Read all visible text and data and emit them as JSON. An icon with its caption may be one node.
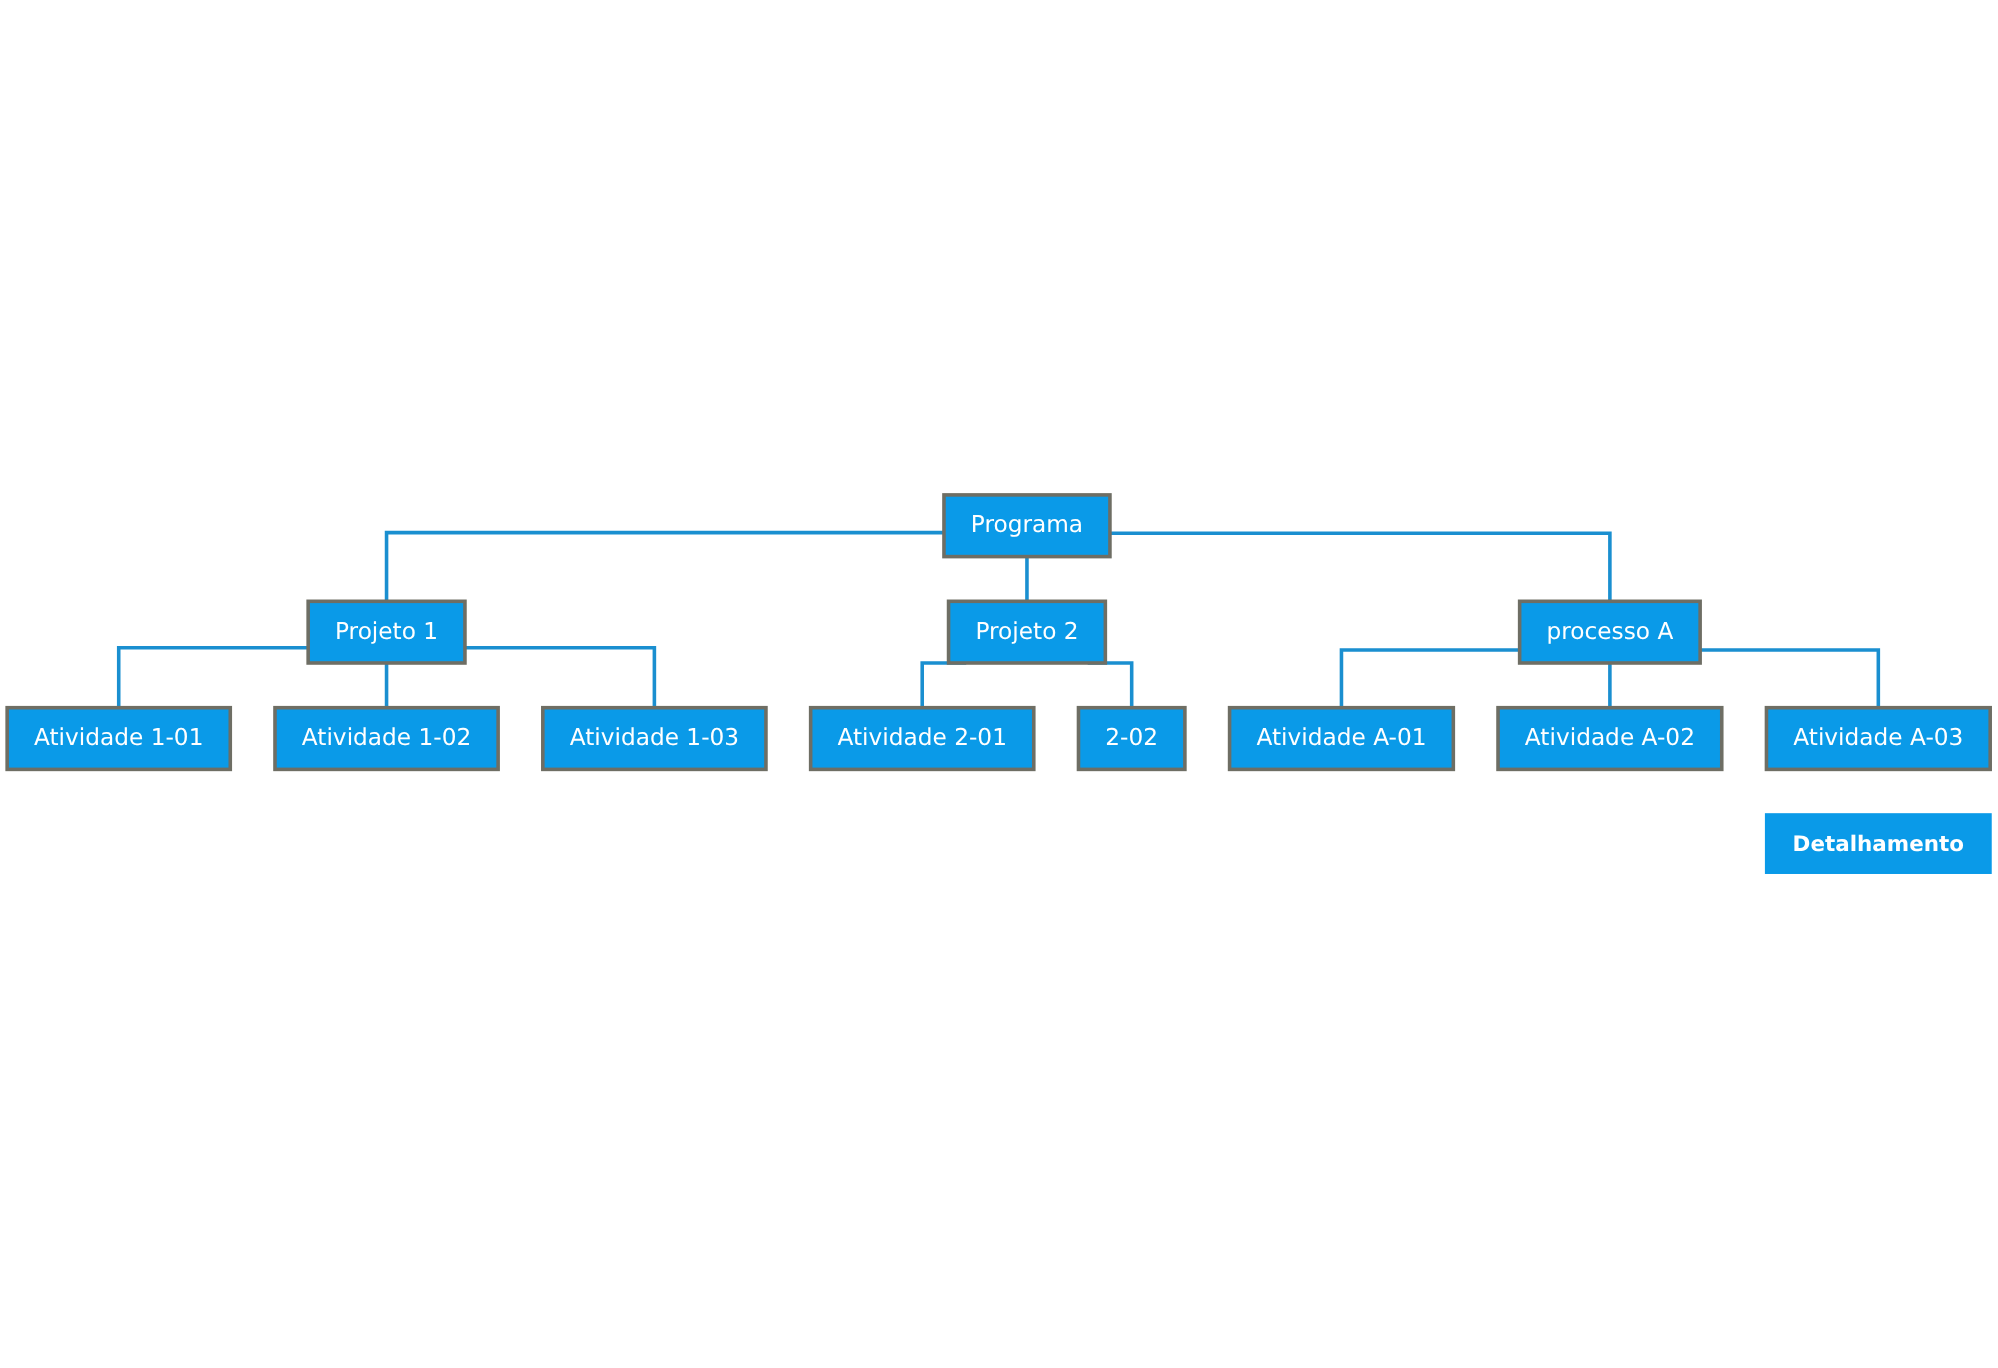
{
  "diagram": {
    "nodes": [
      {
        "text": [
          "Programa"
        ]
      },
      {
        "text": [
          "Projeto 1"
        ]
      },
      {
        "text": [
          "Projeto 2"
        ]
      },
      {
        "text": [
          "processo A"
        ]
      },
      {
        "text": [
          "Atividade 1-01"
        ]
      },
      {
        "text": [
          "Atividade 1-02"
        ]
      },
      {
        "text": [
          "Atividade 1-03"
        ]
      },
      {
        "text": [
          "Atividade 2-01"
        ]
      },
      {
        "text": [
          "2-02"
        ]
      },
      {
        "text": [
          "Atividade A-01"
        ]
      },
      {
        "text": [
          "Atividade A-02"
        ]
      },
      {
        "text": [
          "Atividade A-03"
        ]
      },
      {
        "text": [
          "Detalhamento"
        ]
      }
    ],
    "edges": [
      {
        "from": 0,
        "to": 1,
        "arrow": "none"
      },
      {
        "from": 0,
        "to": 2,
        "arrow": "none"
      },
      {
        "from": 0,
        "to": 3,
        "arrow": "none"
      },
      {
        "from": 1,
        "to": 4,
        "arrow": "none"
      },
      {
        "from": 1,
        "to": 5,
        "arrow": "none"
      },
      {
        "from": 1,
        "to": 6,
        "arrow": "none"
      },
      {
        "from": 2,
        "to": 7,
        "arrow": "none"
      },
      {
        "from": 2,
        "to": 8,
        "arrow": "none"
      },
      {
        "from": 3,
        "to": 9,
        "arrow": "none"
      },
      {
        "from": 3,
        "to": 10,
        "arrow": "none"
      },
      {
        "from": 3,
        "to": 11,
        "arrow": "none"
      }
    ]
  }
}
